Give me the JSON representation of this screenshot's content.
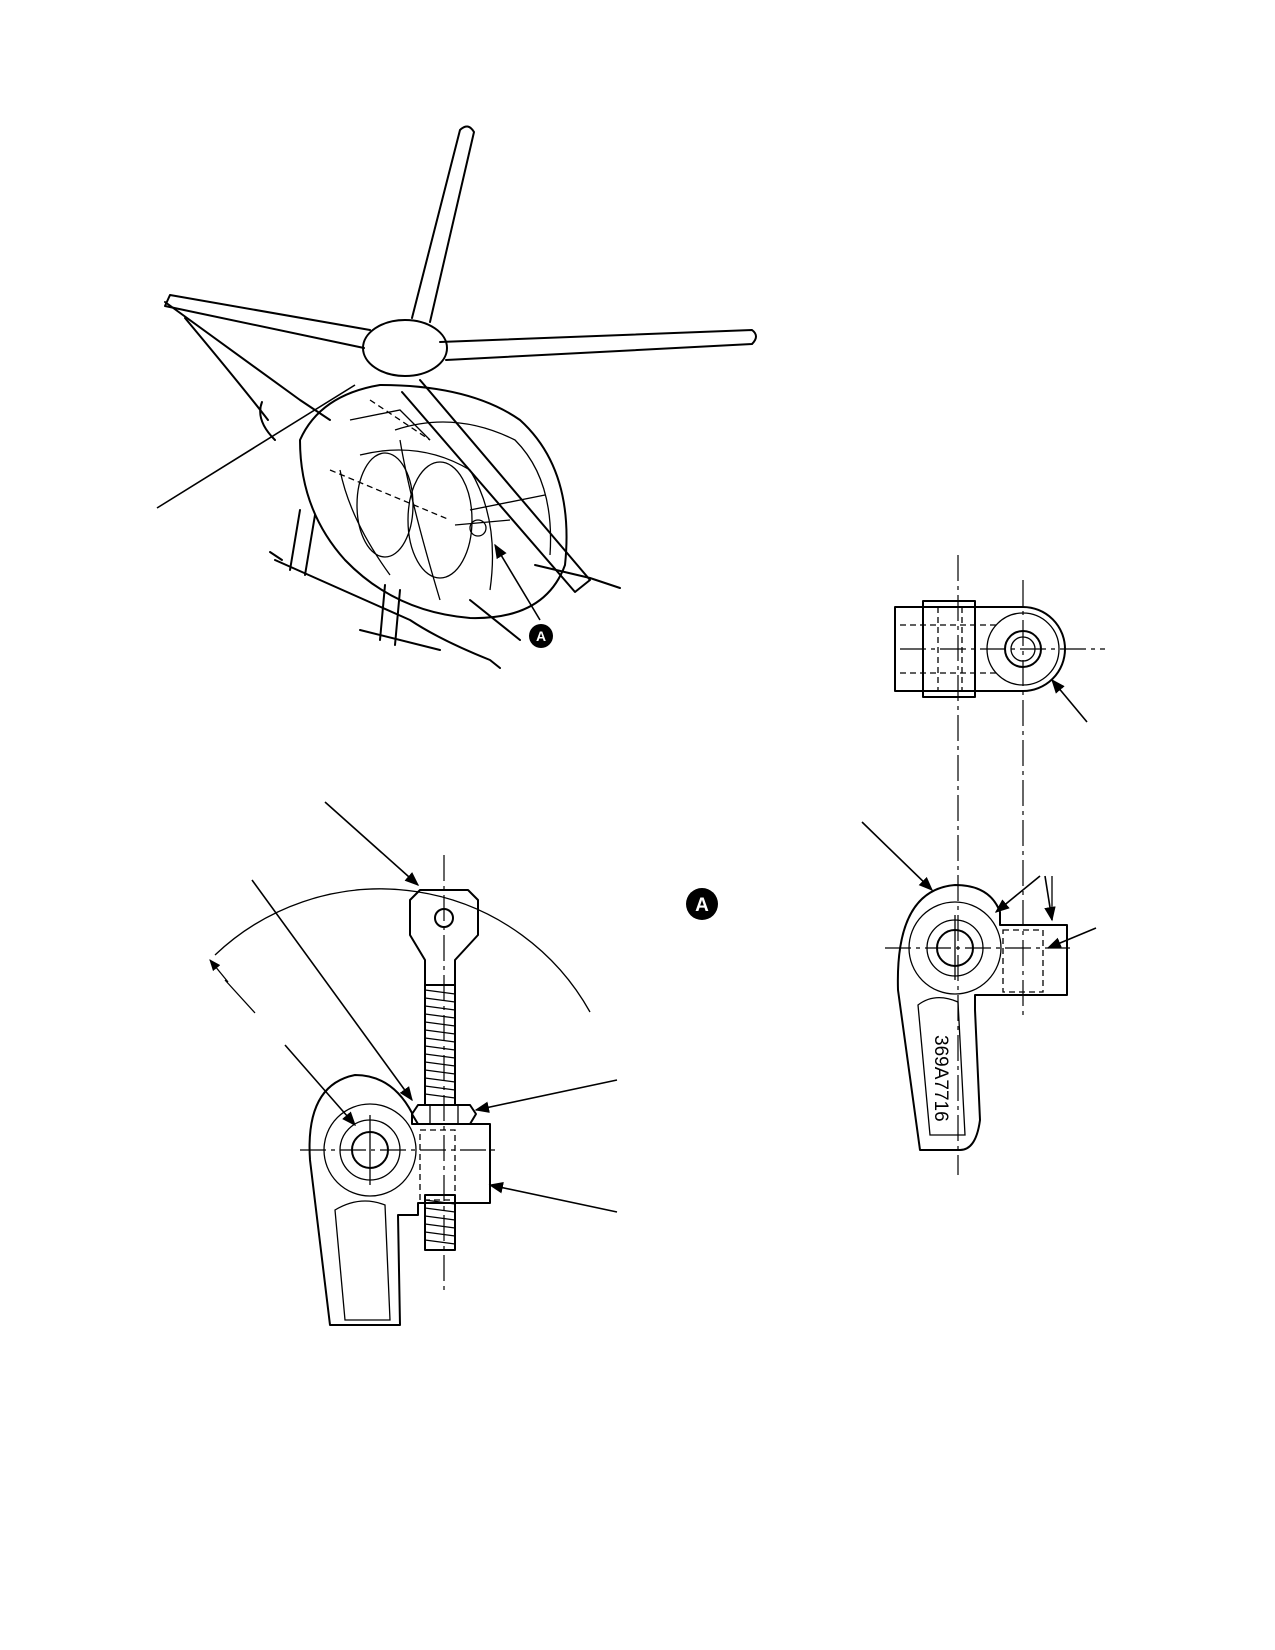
{
  "detail_marker": {
    "letter": "A"
  },
  "part_number": {
    "text": "369A7716"
  },
  "icons": [
    "helicopter-illustration",
    "detail-callout-circle",
    "bellcrank-drawing"
  ],
  "colors": {
    "ink": "#000000",
    "paper": "#ffffff"
  }
}
